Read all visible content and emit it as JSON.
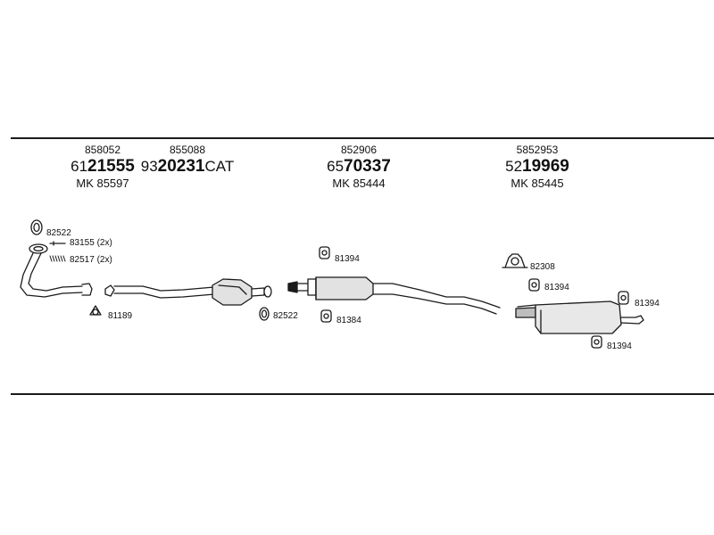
{
  "groups": [
    {
      "code": "858052",
      "part_prefix": "61",
      "part_main": "21555",
      "part_suffix": "",
      "mk": "MK  85597"
    },
    {
      "code": "855088",
      "part_prefix": "93",
      "part_main": "20231",
      "part_suffix": "CAT",
      "mk": ""
    },
    {
      "code": "852906",
      "part_prefix": "65",
      "part_main": "70337",
      "part_suffix": "",
      "mk": "MK  85444"
    },
    {
      "code": "5852953",
      "part_prefix": "52",
      "part_main": "19969",
      "part_suffix": "",
      "mk": "MK  85445"
    }
  ],
  "callouts": {
    "gasket_top": "82522",
    "bolt": "83155 (2x)",
    "spring": "82517 (2x)",
    "ring": "81189",
    "gasket_mid": "82522",
    "hanger_a": "81394",
    "hanger_b": "81384",
    "clamp": "82308",
    "hanger_c": "81394",
    "hanger_d": "81394",
    "hanger_e": "81394"
  }
}
